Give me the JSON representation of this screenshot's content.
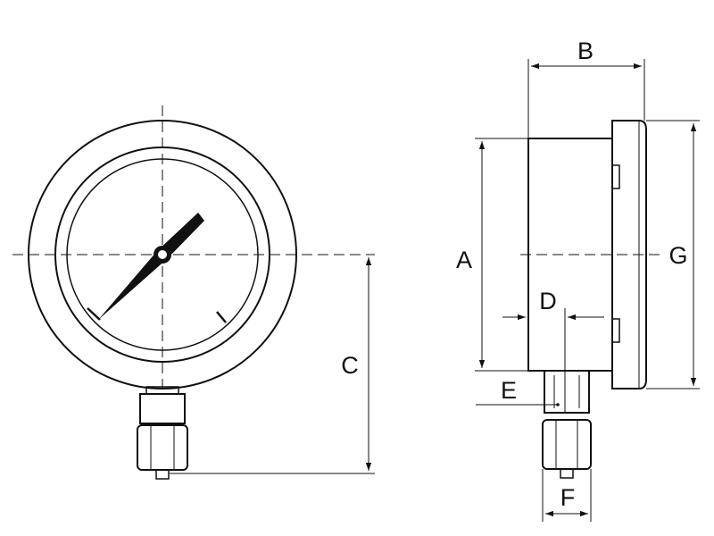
{
  "dimension_labels": {
    "a": "A",
    "b": "B",
    "c": "C",
    "d": "D",
    "e": "E",
    "f": "F",
    "g": "G"
  },
  "colors": {
    "line": "#111111",
    "background": "#ffffff"
  }
}
